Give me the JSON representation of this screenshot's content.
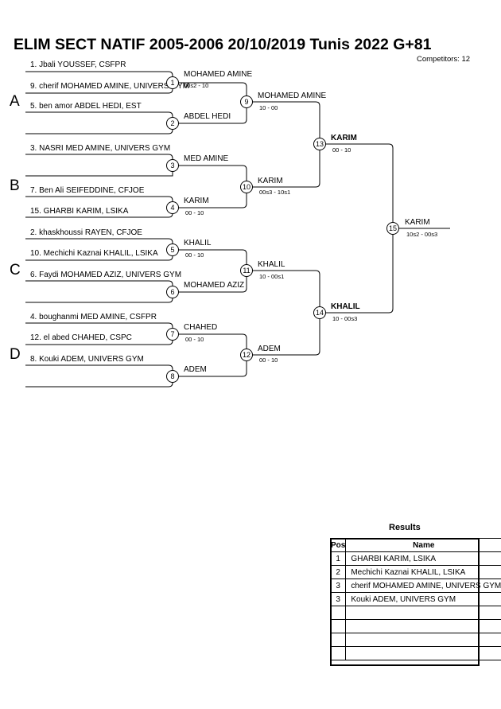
{
  "header": {
    "title": "ELIM SECT NATIF 2005-2006  20/10/2019  Tunis   2022 G+81",
    "competitors": "Competitors: 12"
  },
  "pools": [
    "A",
    "B",
    "C",
    "D"
  ],
  "entries": [
    "1. Jbali YOUSSEF, CSFPR",
    "9. cherif MOHAMED AMINE, UNIVERS GYM",
    "5. ben amor ABDEL HEDI, EST",
    "3. NASRI MED AMINE, UNIVERS GYM",
    "7. Ben Ali SEIFEDDINE, CFJOE",
    "15. GHARBI KARIM, LSIKA",
    "2. khaskhoussi RAYEN, CFJOE",
    "10. Mechichi Kaznai KHALIL, LSIKA",
    "6. Faydi MOHAMED AZIZ, UNIVERS GYM",
    "4. boughanmi MED AMINE, CSFPR",
    "12. el abed CHAHED, CSPC",
    "8. Kouki ADEM, UNIVERS GYM"
  ],
  "round1": [
    {
      "num": "1",
      "winner": "MOHAMED AMINE",
      "score": "00s2 - 10"
    },
    {
      "num": "2",
      "winner": "ABDEL HEDI",
      "score": ""
    },
    {
      "num": "3",
      "winner": "MED AMINE",
      "score": ""
    },
    {
      "num": "4",
      "winner": "KARIM",
      "score": "00 - 10"
    },
    {
      "num": "5",
      "winner": "KHALIL",
      "score": "00 - 10"
    },
    {
      "num": "6",
      "winner": "MOHAMED AZIZ",
      "score": ""
    },
    {
      "num": "7",
      "winner": "CHAHED",
      "score": "00 - 10"
    },
    {
      "num": "8",
      "winner": "ADEM",
      "score": ""
    }
  ],
  "round2": [
    {
      "num": "9",
      "winner": "MOHAMED AMINE",
      "score": "10 - 00"
    },
    {
      "num": "10",
      "winner": "KARIM",
      "score": "00s3 - 10s1"
    },
    {
      "num": "11",
      "winner": "KHALIL",
      "score": "10 - 00s1"
    },
    {
      "num": "12",
      "winner": "ADEM",
      "score": "00 - 10"
    }
  ],
  "round3": [
    {
      "num": "13",
      "winner": "KARIM",
      "score": "00 - 10"
    },
    {
      "num": "14",
      "winner": "KHALIL",
      "score": "10 - 00s3"
    }
  ],
  "final": {
    "num": "15",
    "winner": "KARIM",
    "score": "10s2 - 00s3"
  },
  "results": {
    "title": "Results",
    "col_pos": "Pos",
    "col_name": "Name",
    "rows": [
      {
        "pos": "1",
        "name": "GHARBI KARIM, LSIKA"
      },
      {
        "pos": "2",
        "name": "Mechichi Kaznai KHALIL, LSIKA"
      },
      {
        "pos": "3",
        "name": "cherif MOHAMED AMINE, UNIVERS GYM"
      },
      {
        "pos": "3",
        "name": "Kouki ADEM, UNIVERS GYM"
      }
    ]
  }
}
